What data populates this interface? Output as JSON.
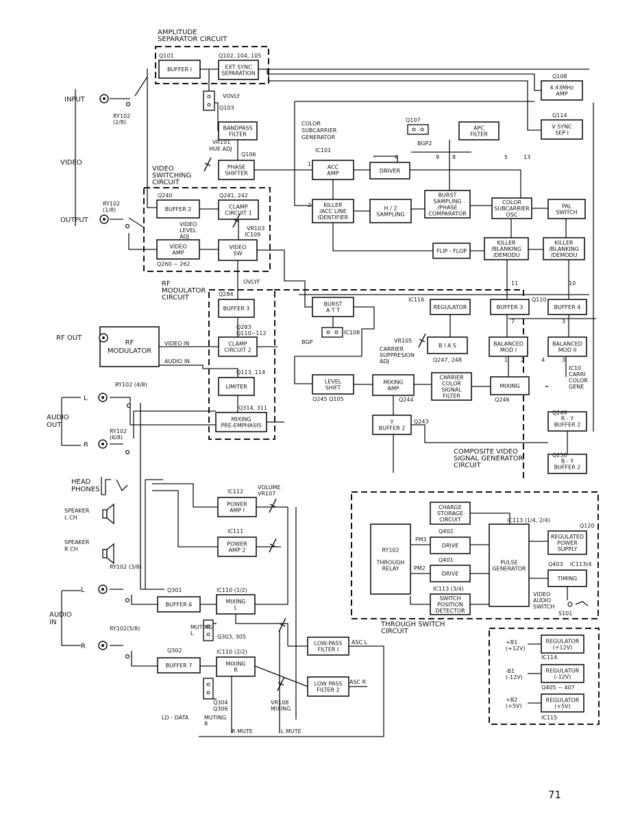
{
  "regions": {
    "amp_sep": [
      "AMPLITUDE",
      "SEPARATOR  CIRCUIT"
    ],
    "video_sw": [
      "VIDEO",
      "SWITCHING",
      "CIRCUIT"
    ],
    "rf_mod": [
      "RF",
      "MODULATOR",
      "CIRCUIT"
    ],
    "color_gen": [
      "COLOR",
      "SUBCARRIER",
      "GENERATOR"
    ],
    "composite": [
      "COMPOSITE VIDEO",
      "SIGNAL GENERATOR",
      "CIRCUIT"
    ],
    "through": [
      "THROUGH   SWITCH",
      "CIRCUIT"
    ]
  },
  "io": {
    "input": "INPUT",
    "video": "VIDEO",
    "output": "OUTPUT",
    "rf_out": "RF  OUT",
    "audio_out": [
      "AUDIO",
      "OUT"
    ],
    "audio_in": [
      "AUDIO",
      "IN"
    ],
    "headphones": [
      "HEAD",
      "PHONES"
    ],
    "spk_l": [
      "SPEAKER",
      "L CH"
    ],
    "spk_r": [
      "SPEAKER",
      "R CH"
    ],
    "L": "L",
    "R": "R"
  },
  "blocks": {
    "buffer1": [
      "BUFFER  I"
    ],
    "ext_sync": [
      "EXT SYNC",
      "SEPARATION"
    ],
    "bandpass": [
      "BANDPASS",
      "FILTER"
    ],
    "phase_shifter": [
      "PHASE",
      "SHIFTER"
    ],
    "buffer2": [
      "BUFFER  2"
    ],
    "clamp1": [
      "CLAMP",
      "CIRCUIT 1"
    ],
    "video_amp": [
      "VIDEO",
      "AMP"
    ],
    "video_sw": [
      "VIDEO",
      "SW"
    ],
    "buffer3": [
      "BUFFER  3"
    ],
    "rf_modulator": [
      "RF",
      "MODULATOR"
    ],
    "clamp2": [
      "CLAMP",
      "CIRCUIT 2"
    ],
    "limiter": [
      "LIMITER"
    ],
    "mix_pre": [
      "MIXING",
      "PRE-EMPHASIS"
    ],
    "amp_443": [
      "4.43MHz",
      "AMP"
    ],
    "vsync": [
      "V SYNC",
      "SEP  I"
    ],
    "apc": [
      "APC",
      "FILTER"
    ],
    "acc": [
      "ACC",
      "AMP"
    ],
    "driver": [
      "DRIVER"
    ],
    "killer_id": [
      "KILLER",
      "/ACC LINE",
      "IDENTIFIER"
    ],
    "h2_samp": [
      "H / 2",
      "SAMPLING"
    ],
    "burst_samp": [
      "BURST",
      "SAMPLING",
      "/PHASE",
      "COMPARATOR"
    ],
    "color_osc": [
      "COLOR",
      "SUBCARRIER",
      "OSC"
    ],
    "pal": [
      "PAL",
      "SWITCH"
    ],
    "flipflop": [
      "FLIP - FLOP"
    ],
    "killer_bd1": [
      "KILLER",
      "/BLANKING",
      "/DEMODU"
    ],
    "killer_bd2": [
      "KILLER",
      "/BLANKING",
      "/DEMODU"
    ],
    "burst_att": [
      "BURST",
      "A T T"
    ],
    "regulator": [
      "REGULATOR"
    ],
    "buf3b": [
      "BUFFER  3"
    ],
    "buf4": [
      "BUFFER  4"
    ],
    "bias": [
      "B I A S"
    ],
    "bal1": [
      "BALANCED",
      "MOD  I"
    ],
    "bal2": [
      "BALANCED",
      "MOD  II"
    ],
    "level_shift": [
      "LEVEL",
      "SHIFT"
    ],
    "mixing_amp": [
      "MIXING",
      "AMP"
    ],
    "carrier_filter": [
      "CARRIER",
      "COLOR",
      "SIGNAL",
      "FILTER"
    ],
    "mixing_c": [
      "MIXING"
    ],
    "y_buf": [
      "Y",
      "BUFFER  2"
    ],
    "ry_buf": [
      "R - Y",
      "BUFFER  2"
    ],
    "by_buf": [
      "B - Y",
      "BUFFER  2"
    ],
    "pwr1": [
      "POWER",
      "AMP  I"
    ],
    "pwr2": [
      "POWER",
      "AMP  2"
    ],
    "buffer6": [
      "BUFFER  6"
    ],
    "buffer7": [
      "BUFFER  7"
    ],
    "mixL": [
      "MIXING",
      "L"
    ],
    "mixR": [
      "MIXING",
      "R"
    ],
    "lpf1": [
      "LOW-PASS",
      "FILTER  I"
    ],
    "lpf2": [
      "LOW  PASS",
      "FILTER  2"
    ],
    "charge": [
      "CHARGE",
      "STORAGE",
      "CIRCUIT"
    ],
    "ry102": [
      "RY102",
      "",
      "THROUGH",
      "RELAY"
    ],
    "drive1": [
      "DRIVE"
    ],
    "drive2": [
      "DRIVE"
    ],
    "pulse": [
      "PULSE",
      "GENERATOR"
    ],
    "reg_pwr": [
      "REGULATED",
      "POWER",
      "SUPPLY"
    ],
    "timing": [
      "TIMING"
    ],
    "sw_pos": [
      "SWITCH",
      "POSITION",
      "DETECTOR"
    ],
    "reg12": [
      "REGULATOR",
      "(+12V)"
    ],
    "regm12": [
      "REGULATOR",
      "(-12V)"
    ],
    "reg5": [
      "REGULATOR",
      "(+5V)"
    ]
  },
  "labels": {
    "q101": "Q101",
    "q102": "Q102, 104, 105",
    "q103": "Q103",
    "vovly": "VOVLY",
    "vr101": "VR101",
    "hue": "HUE ADJ",
    "q106": "Q106",
    "q240": "Q240",
    "q241": "Q241, 242",
    "vr103": "VR103",
    "video_level": [
      "VIDEO",
      "LEVEL",
      "ADJ"
    ],
    "ic109": "IC109",
    "q260": "Q260 ~ 262",
    "ovlyf": "OVLYF",
    "q284": "Q284",
    "q283": [
      "Q283",
      "Q110~112"
    ],
    "video_in": "VIDEO  IN",
    "audio_in_lbl": "AUDIO  IN",
    "q113": "Q113, 114",
    "q314": "Q314, 311",
    "ry102_48": "RY102  (4/8)",
    "ry102_68": [
      "RY102",
      "(6/8)"
    ],
    "ry102_28": [
      "RY102",
      "(2/8)"
    ],
    "ry102_18": [
      "RY102",
      "(1/8)"
    ],
    "ry102_38": "RY102 (3/8)",
    "ry102_58": "RY102(5/8)",
    "q108": "Q108",
    "q114": "Q114",
    "q107": "Q107",
    "bgp2": "BGP2",
    "ic101": "IC101",
    "ic116": "IC116",
    "q110": "Q110",
    "vr105": "VR105",
    "carrier_sup": [
      "CARRIER",
      "SUPPRESION",
      "ADJ"
    ],
    "q247": "Q247, 248",
    "bgp": "BGP",
    "ic108": "IC108",
    "q245": "Q245  Q105",
    "q244": "Q244",
    "q246": "Q246",
    "q243": "Q243",
    "q249": "Q249",
    "q250": "Q250",
    "ic112": "IC112",
    "ic111": "IC111",
    "volume": [
      "VOLUME",
      "VR107"
    ],
    "q301": "Q301",
    "ic110a": "IC110 (1/2)",
    "muting_l": [
      "MUTING",
      "L"
    ],
    "q303": "Q303, 305",
    "q302": "Q302",
    "ic110b": "IC110 (2/2)",
    "q304": [
      "Q304",
      "Q306"
    ],
    "muting_r": [
      "MUTING",
      "R"
    ],
    "ld_data": "LD - DATA",
    "r_mute": "R MUTE",
    "l_mute": "L MUTE",
    "vr108": [
      "VR108",
      "MIXING"
    ],
    "asc_l": "ASC L",
    "asc_r": "ASC R",
    "q402": "Q402",
    "q401": "Q401",
    "pm1": "PM1",
    "pm2": "PM2",
    "ic113a": "IC113 (1/4, 2/4)",
    "ic113b": "IC113 (3/4)",
    "q403": "Q403",
    "ic113c": "IC113(4",
    "q120": "Q120",
    "vas": [
      "VIDEO",
      "AUDIO",
      "SWITCH"
    ],
    "s101": "S101",
    "b1p": [
      "+B1",
      "(+12V)"
    ],
    "b1m": [
      "-B1",
      "(-12V)"
    ],
    "b2p": [
      "+B2",
      "(+5V)"
    ],
    "ic114": "IC114",
    "q405": "Q405 ~ 407",
    "ic115": "IC115",
    "pins": [
      "1",
      "2",
      "4",
      "9",
      "8",
      "5",
      "13",
      "11",
      "10",
      "7",
      "3",
      "1",
      "2",
      "4",
      "3"
    ],
    "ic10": [
      "IC10",
      "CARRI",
      "COLOR",
      "GENE"
    ],
    "page": "71"
  }
}
